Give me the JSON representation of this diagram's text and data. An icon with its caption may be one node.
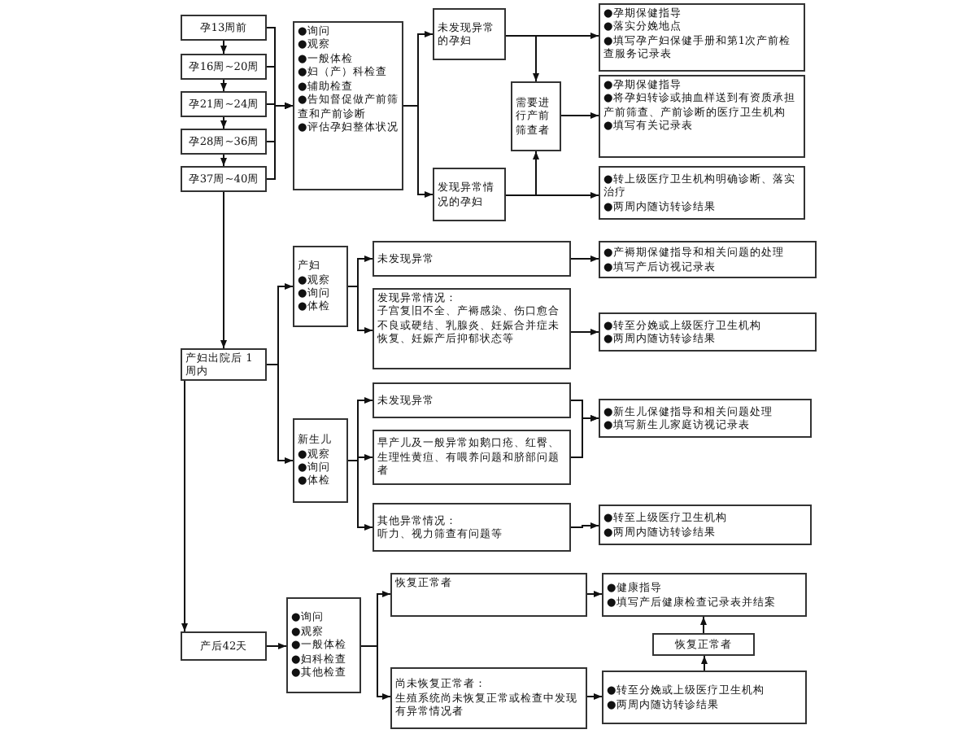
{
  "diagram": {
    "nodes": [
      {
        "text": [
          "孕13周前"
        ]
      },
      {
        "text": [
          "孕16周~20周"
        ]
      },
      {
        "text": [
          "孕21周~24周"
        ]
      },
      {
        "text": [
          "孕28周~36周"
        ]
      },
      {
        "text": [
          "孕37周~40周"
        ]
      },
      {
        "text": [
          "●询问",
          "●观察",
          "●一般体检",
          "●妇（产）科检查",
          "●辅助检查",
          "●告知督促做产前筛查和产前诊断",
          "●评估孕妇整体状况"
        ]
      },
      {
        "text": [
          "未发现异常的孕妇"
        ]
      },
      {
        "text": [
          "需要进行产前筛查者"
        ]
      },
      {
        "text": [
          "发现异常情况的孕妇"
        ]
      },
      {
        "text": [
          "●孕期保健指导",
          "●落实分娩地点",
          "●填写孕产妇保健手册和第1次产前检查服务记录表"
        ]
      },
      {
        "text": [
          "●孕期保健指导",
          "●将孕妇转诊或抽血样送到有资质承担产前筛查、产前诊断的医疗卫生机构",
          "●填写有关记录表"
        ]
      },
      {
        "text": [
          "●转上级医疗卫生机构明确诊断、落实治疗",
          "●两周内随访转诊结果"
        ]
      },
      {
        "text": [
          "产妇出院后 1周内"
        ]
      },
      {
        "text": [
          "产妇",
          "●观察",
          "●询问",
          "●体检"
        ]
      },
      {
        "text": [
          "未发现异常"
        ]
      },
      {
        "text": [
          "发现异常情况：",
          "子宫复旧不全、产褥感染、伤口愈合不良或硬结、乳腺炎、妊娠合并症未恢复、妊娠产后抑郁状态等"
        ]
      },
      {
        "text": [
          "●产褥期保健指导和相关问题的处理",
          "●填写产后访视记录表"
        ]
      },
      {
        "text": [
          "●转至分娩或上级医疗卫生机构",
          "●两周内随访转诊结果"
        ]
      },
      {
        "text": [
          "新生儿",
          "●观察",
          "●询问",
          "●体检"
        ]
      },
      {
        "text": [
          "未发现异常"
        ]
      },
      {
        "text": [
          "早产儿及一般异常如鹅口疮、红臀、生理性黄疸、有喂养问题和脐部问题者"
        ]
      },
      {
        "text": [
          "其他异常情况：",
          "听力、视力筛查有问题等"
        ]
      },
      {
        "text": [
          "●新生儿保健指导和相关问题处理",
          "●填写新生儿家庭访视记录表"
        ]
      },
      {
        "text": [
          "●转至上级医疗卫生机构",
          "●两周内随访转诊结果"
        ]
      },
      {
        "text": [
          "产后42天"
        ]
      },
      {
        "text": [
          "●询问",
          "●观察",
          "●一般体检",
          "●妇科检查",
          "●其他检查"
        ]
      },
      {
        "text": [
          "恢复正常者"
        ]
      },
      {
        "text": [
          "尚未恢复正常者：",
          "生殖系统尚未恢复正常或检查中发现有异常情况者"
        ]
      },
      {
        "text": [
          "●健康指导",
          "●填写产后健康检查记录表并结案"
        ]
      },
      {
        "text": [
          "恢复正常者"
        ]
      },
      {
        "text": [
          "●转至分娩或上级医疗卫生机构",
          "●两周内随访转诊结果"
        ]
      }
    ],
    "edges": [
      {
        "from": 0,
        "to": 1,
        "arrow": "to"
      },
      {
        "from": 1,
        "to": 2,
        "arrow": "to"
      },
      {
        "from": 2,
        "to": 3,
        "arrow": "to"
      },
      {
        "from": 3,
        "to": 4,
        "arrow": "to"
      },
      {
        "from": 0,
        "to": 5,
        "arrow": "to"
      },
      {
        "from": 1,
        "to": 5,
        "arrow": "to"
      },
      {
        "from": 2,
        "to": 5,
        "arrow": "to"
      },
      {
        "from": 3,
        "to": 5,
        "arrow": "to"
      },
      {
        "from": 4,
        "to": 5,
        "arrow": "to"
      },
      {
        "from": 5,
        "to": 6,
        "arrow": "to"
      },
      {
        "from": 5,
        "to": 8,
        "arrow": "to"
      },
      {
        "from": 6,
        "to": 9,
        "arrow": "to"
      },
      {
        "from": 6,
        "to": 7,
        "arrow": "to"
      },
      {
        "from": 8,
        "to": 7,
        "arrow": "to"
      },
      {
        "from": 7,
        "to": 10,
        "arrow": "to"
      },
      {
        "from": 8,
        "to": 11,
        "arrow": "to"
      },
      {
        "from": 4,
        "to": 12,
        "arrow": "to"
      },
      {
        "from": 12,
        "to": 24,
        "arrow": "to"
      },
      {
        "from": 12,
        "to": 13,
        "arrow": "to"
      },
      {
        "from": 12,
        "to": 18,
        "arrow": "to"
      },
      {
        "from": 13,
        "to": 14,
        "arrow": "to"
      },
      {
        "from": 13,
        "to": 15,
        "arrow": "to"
      },
      {
        "from": 14,
        "to": 16,
        "arrow": "to"
      },
      {
        "from": 15,
        "to": 17,
        "arrow": "to"
      },
      {
        "from": 18,
        "to": 19,
        "arrow": "to"
      },
      {
        "from": 18,
        "to": 20,
        "arrow": "to"
      },
      {
        "from": 18,
        "to": 21,
        "arrow": "to"
      },
      {
        "from": 19,
        "to": 22,
        "arrow": "to"
      },
      {
        "from": 20,
        "to": 22,
        "arrow": "to"
      },
      {
        "from": 21,
        "to": 23,
        "arrow": "to"
      },
      {
        "from": 24,
        "to": 25,
        "arrow": "to"
      },
      {
        "from": 25,
        "to": 26,
        "arrow": "to"
      },
      {
        "from": 25,
        "to": 27,
        "arrow": "to"
      },
      {
        "from": 26,
        "to": 28,
        "arrow": "to"
      },
      {
        "from": 27,
        "to": 30,
        "arrow": "to"
      },
      {
        "from": 30,
        "to": 29,
        "arrow": "to"
      },
      {
        "from": 29,
        "to": 28,
        "arrow": "to"
      }
    ]
  }
}
